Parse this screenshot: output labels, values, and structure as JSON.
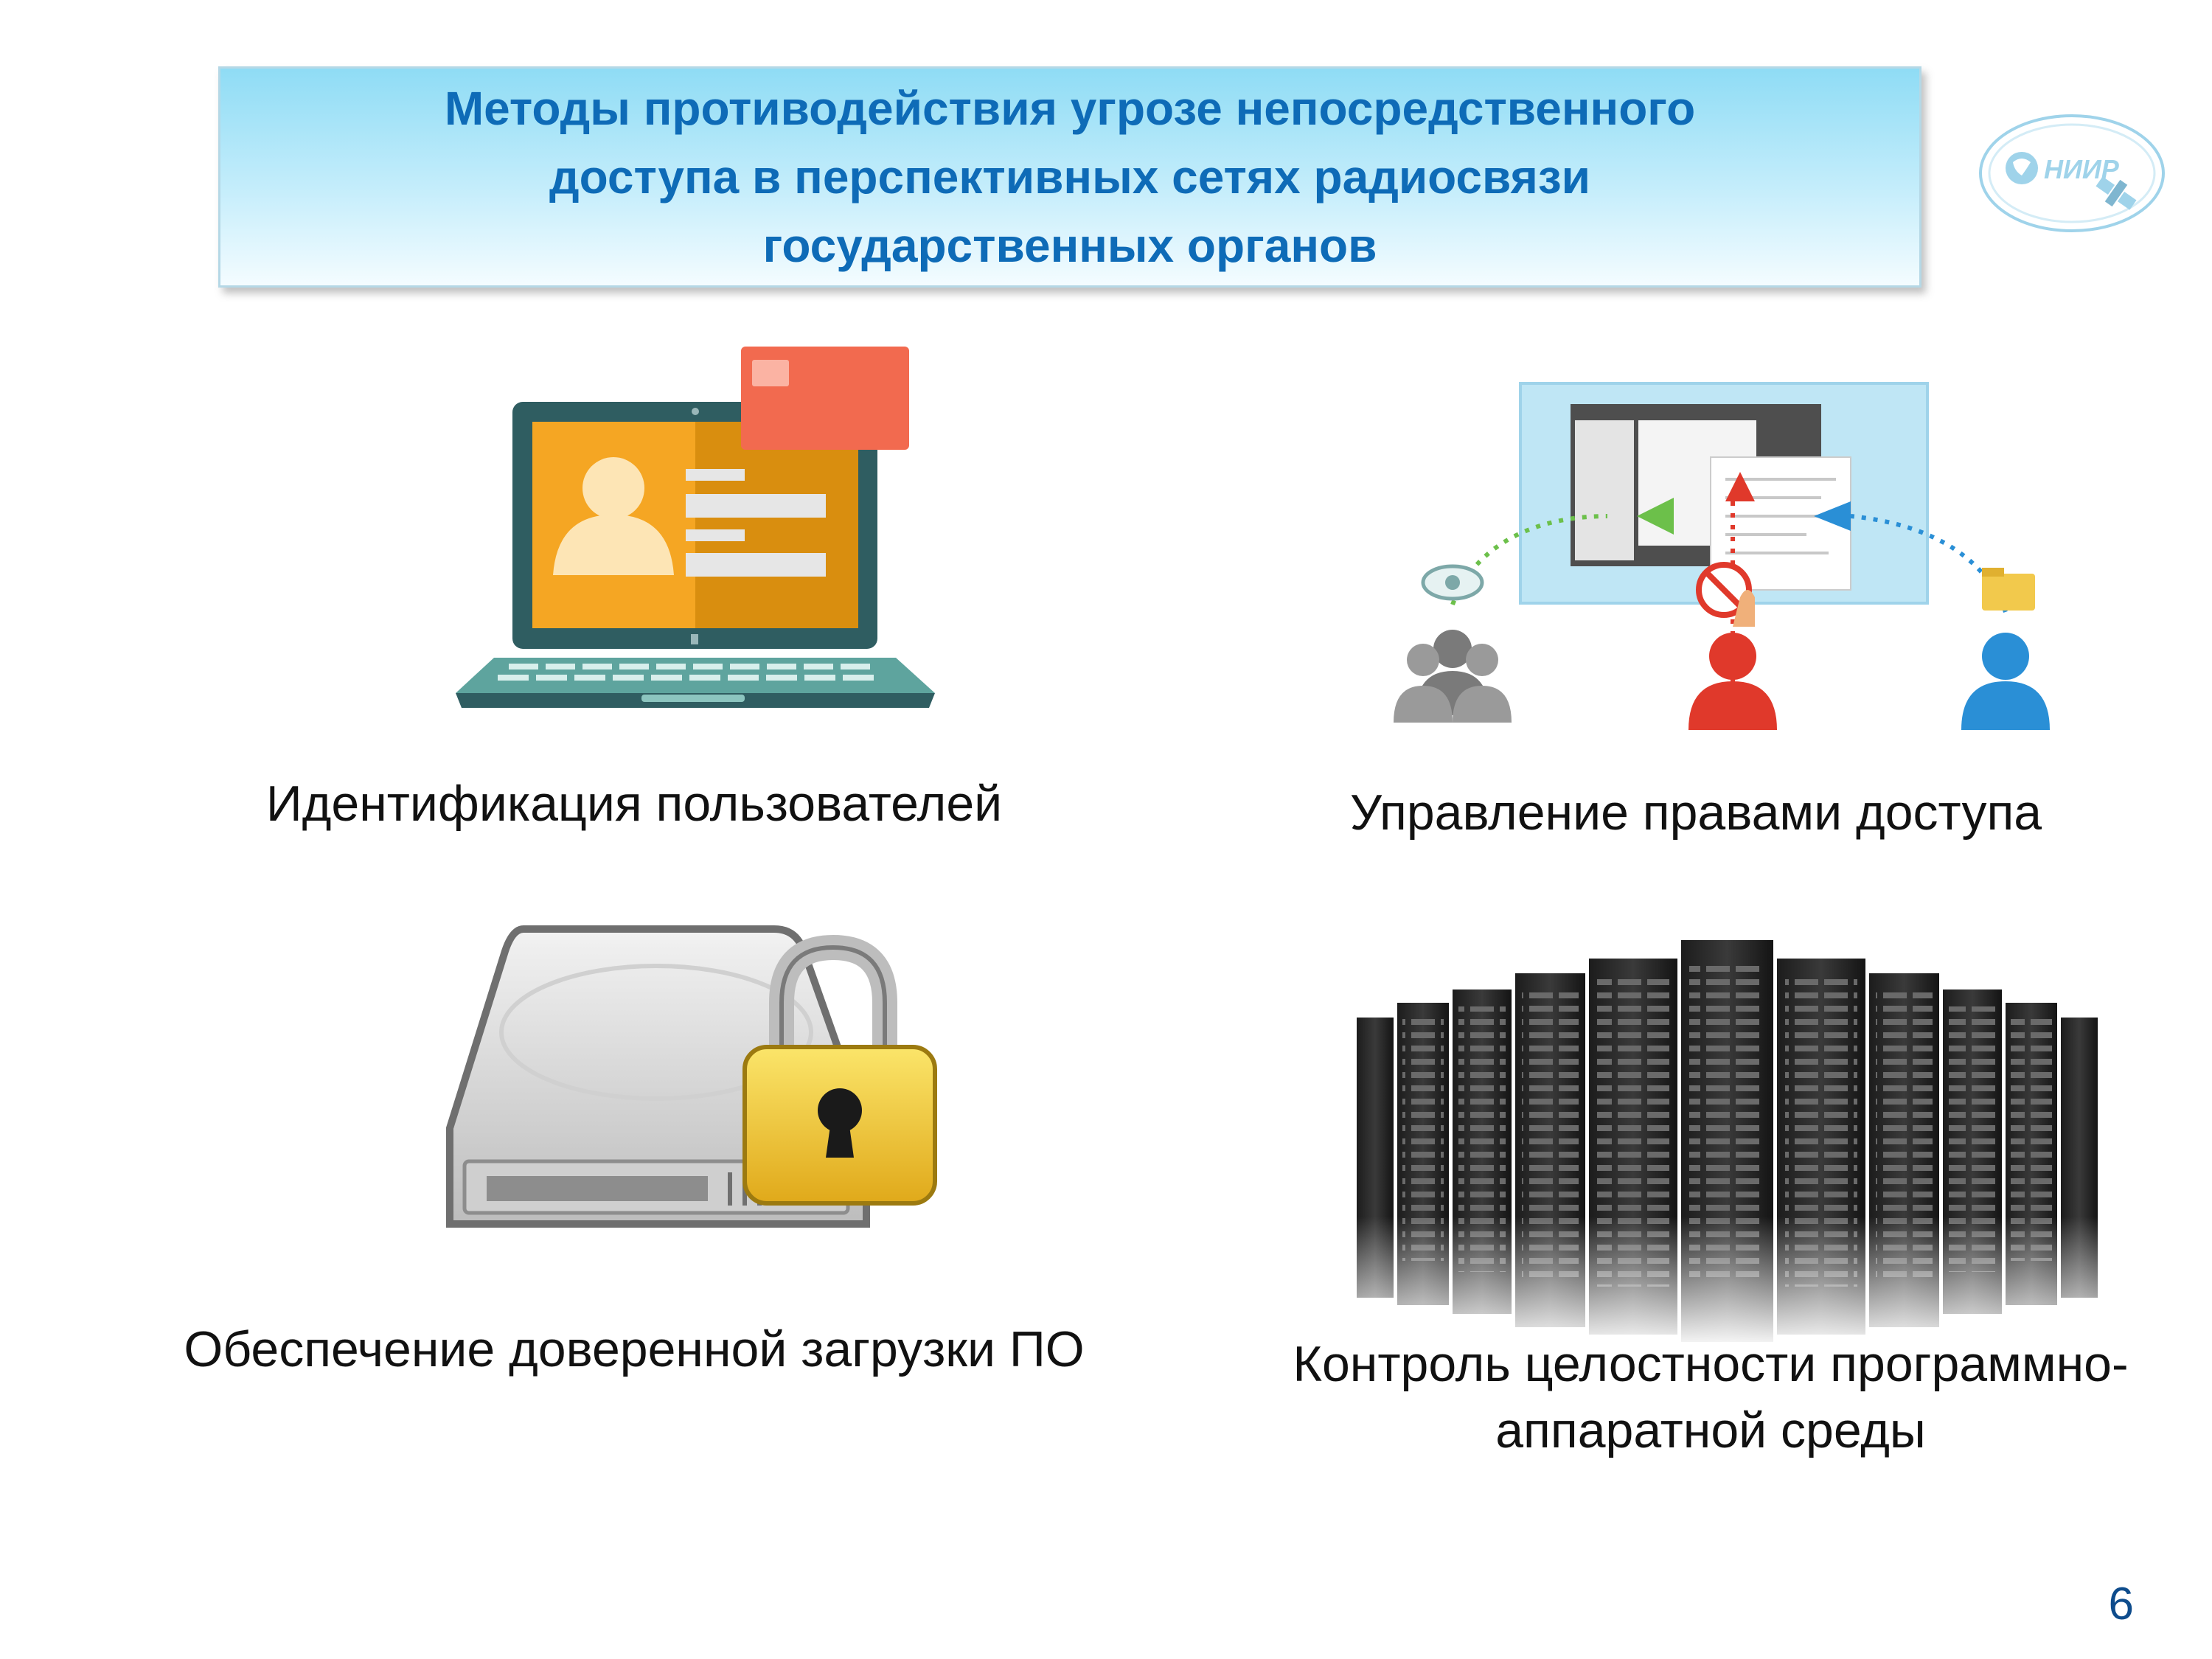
{
  "slide": {
    "title": "Методы противодействия угрозе непосредственного доступа в перспективных сетях радиосвязи государственных органов",
    "logo_text": "НИИР",
    "page_number": "6"
  },
  "items": [
    {
      "caption": "Идентификация пользователей",
      "icon": "laptop-id-card-icon"
    },
    {
      "caption": "Управление правами доступа",
      "icon": "access-rights-diagram-icon"
    },
    {
      "caption": "Обеспечение доверенной загрузки ПО",
      "icon": "locked-hard-drive-icon"
    },
    {
      "caption": "Контроль целостности программно-\nаппаратной среды",
      "icon": "server-racks-icon"
    }
  ],
  "colors": {
    "title_text": "#0e6bb7",
    "laptop_body": "#2f5d61",
    "screen_orange": "#f5a623",
    "card_red": "#f26a4f",
    "padlock_gold": "#f2c21a",
    "user_red": "#e0392b",
    "user_blue": "#2a8fd6"
  }
}
